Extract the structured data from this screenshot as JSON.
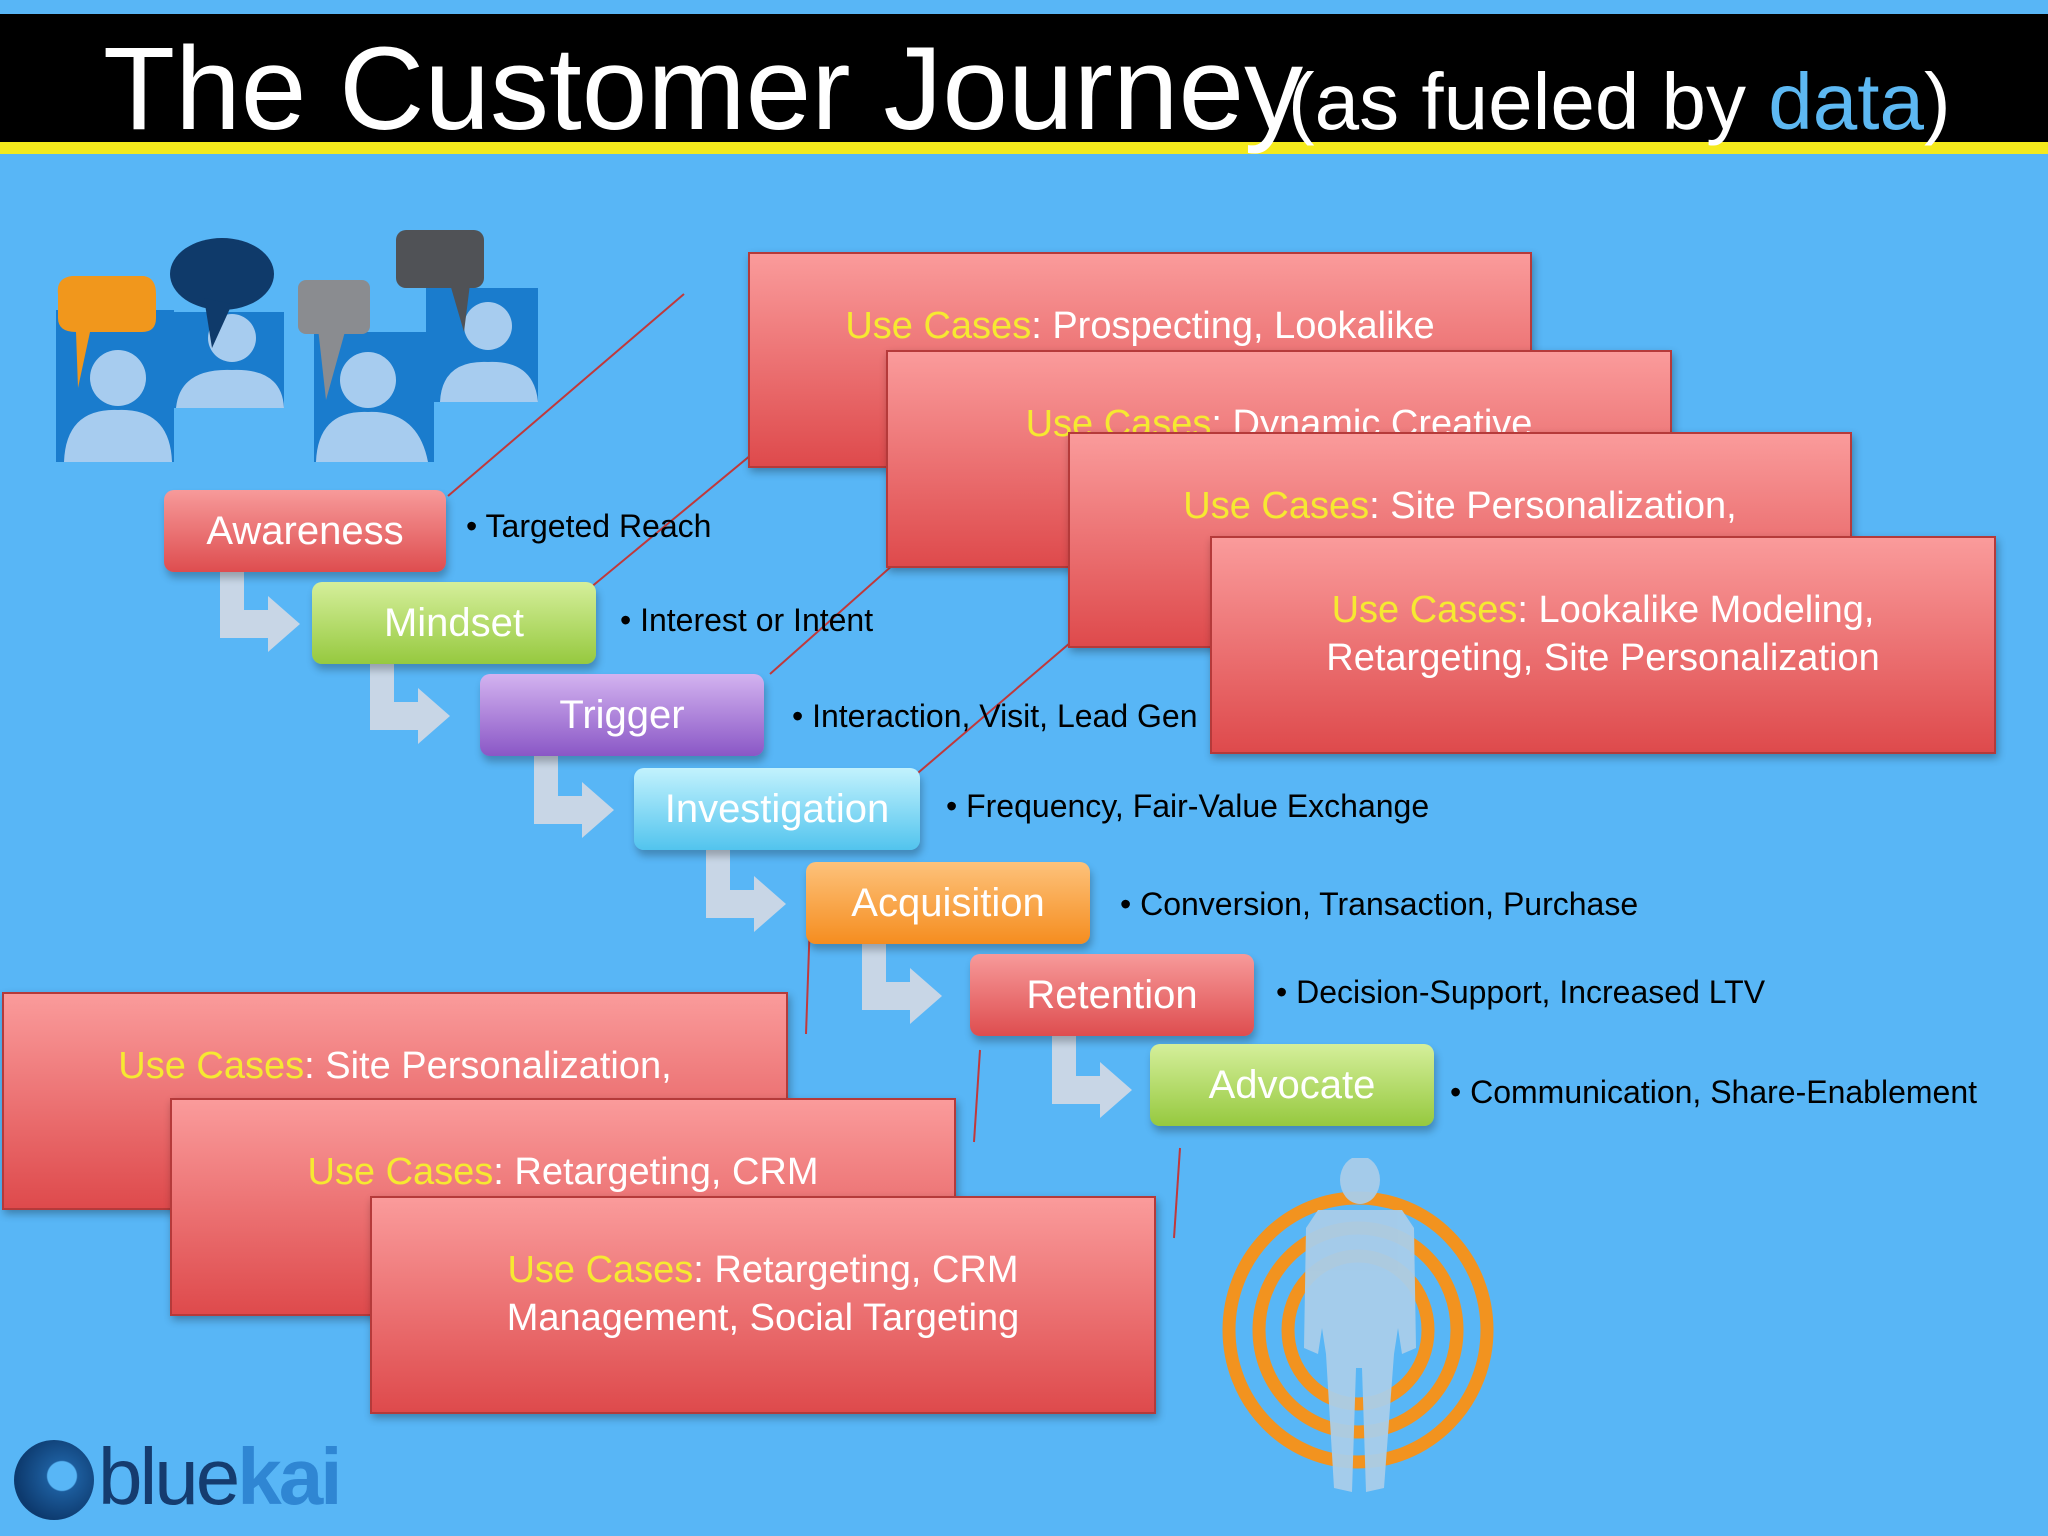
{
  "header": {
    "title": "The Customer Journey",
    "subtitle_pre": "(as fueled by ",
    "subtitle_highlight": "data",
    "subtitle_post": ")"
  },
  "stages": [
    {
      "label": "Awareness",
      "bullet": "• Targeted Reach"
    },
    {
      "label": "Mindset",
      "bullet": "• Interest or Intent"
    },
    {
      "label": "Trigger",
      "bullet": "• Interaction, Visit, Lead Gen"
    },
    {
      "label": "Investigation",
      "bullet": "• Frequency, Fair-Value Exchange"
    },
    {
      "label": "Acquisition",
      "bullet": "• Conversion, Transaction, Purchase"
    },
    {
      "label": "Retention",
      "bullet": "• Decision-Support, Increased LTV"
    },
    {
      "label": "Advocate",
      "bullet": "• Communication, Share-Enablement"
    }
  ],
  "use_cases": {
    "label": "Use Cases",
    "top": [
      "Prospecting, Lookalike Modeling",
      "Dynamic Creative Optimization",
      "Site Personalization, Dynamic Creative",
      "Lookalike Modeling, Retargeting, Site Personalization"
    ],
    "bottom": [
      "Site Personalization, Offer/Message",
      "Retargeting, CRM Management",
      "Retargeting, CRM Management, Social Targeting"
    ]
  },
  "logo": {
    "part1": "blue",
    "part2": "kai"
  },
  "colors": {
    "background": "#58b6f6",
    "title_bar": "#000000",
    "underline": "#f5ea1c",
    "use_case_label": "#f6e931",
    "highlight": "#5db8f2"
  },
  "icons": [
    "people-chat-icon",
    "customer-target-icon",
    "bluekai-logo-icon"
  ]
}
